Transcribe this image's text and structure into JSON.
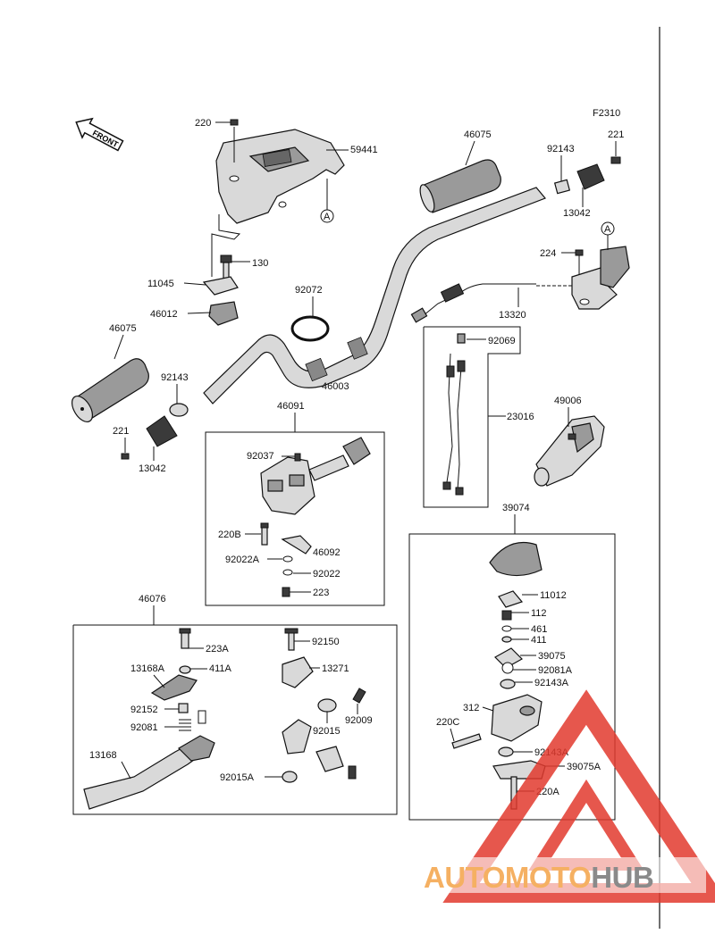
{
  "figure_code": "F2310",
  "front_label": "FRONT",
  "callout_letter": "A",
  "watermark": {
    "part1": "AUTOMOTO",
    "part2": "HUB",
    "color1": "#f5b062",
    "color2": "#8a8a8a",
    "triangle_color": "#e23a2e"
  },
  "labels": {
    "l220": "220",
    "l59441": "59441",
    "l130": "130",
    "l11045": "11045",
    "l46012": "46012",
    "l46075a": "46075",
    "l92143a": "92143",
    "l221a": "221",
    "l13042a": "13042",
    "l92072": "92072",
    "l46003": "46003",
    "l46075b": "46075",
    "l92143b": "92143",
    "l221b": "221",
    "l13042b": "13042",
    "l224": "224",
    "l13320": "13320",
    "l92069": "92069",
    "l23016": "23016",
    "l49006": "49006",
    "l46091": "46091",
    "l92037": "92037",
    "l220b": "220B",
    "l46092": "46092",
    "l92022a": "92022A",
    "l92022": "92022",
    "l223": "223",
    "l46076": "46076",
    "l223a": "223A",
    "l13168a": "13168A",
    "l411a": "411A",
    "l92152": "92152",
    "l92081": "92081",
    "l13168": "13168",
    "l92150": "92150",
    "l13271": "13271",
    "l92009": "92009",
    "l92015": "92015",
    "l92015a": "92015A",
    "l39074": "39074",
    "l11012": "11012",
    "l112": "112",
    "l461": "461",
    "l411": "411",
    "l39075": "39075",
    "l92081a": "92081A",
    "l92143a2": "92143A",
    "l312": "312",
    "l220c": "220C",
    "l92143a3": "92143A",
    "l39075a": "39075A",
    "l220a": "220A"
  }
}
